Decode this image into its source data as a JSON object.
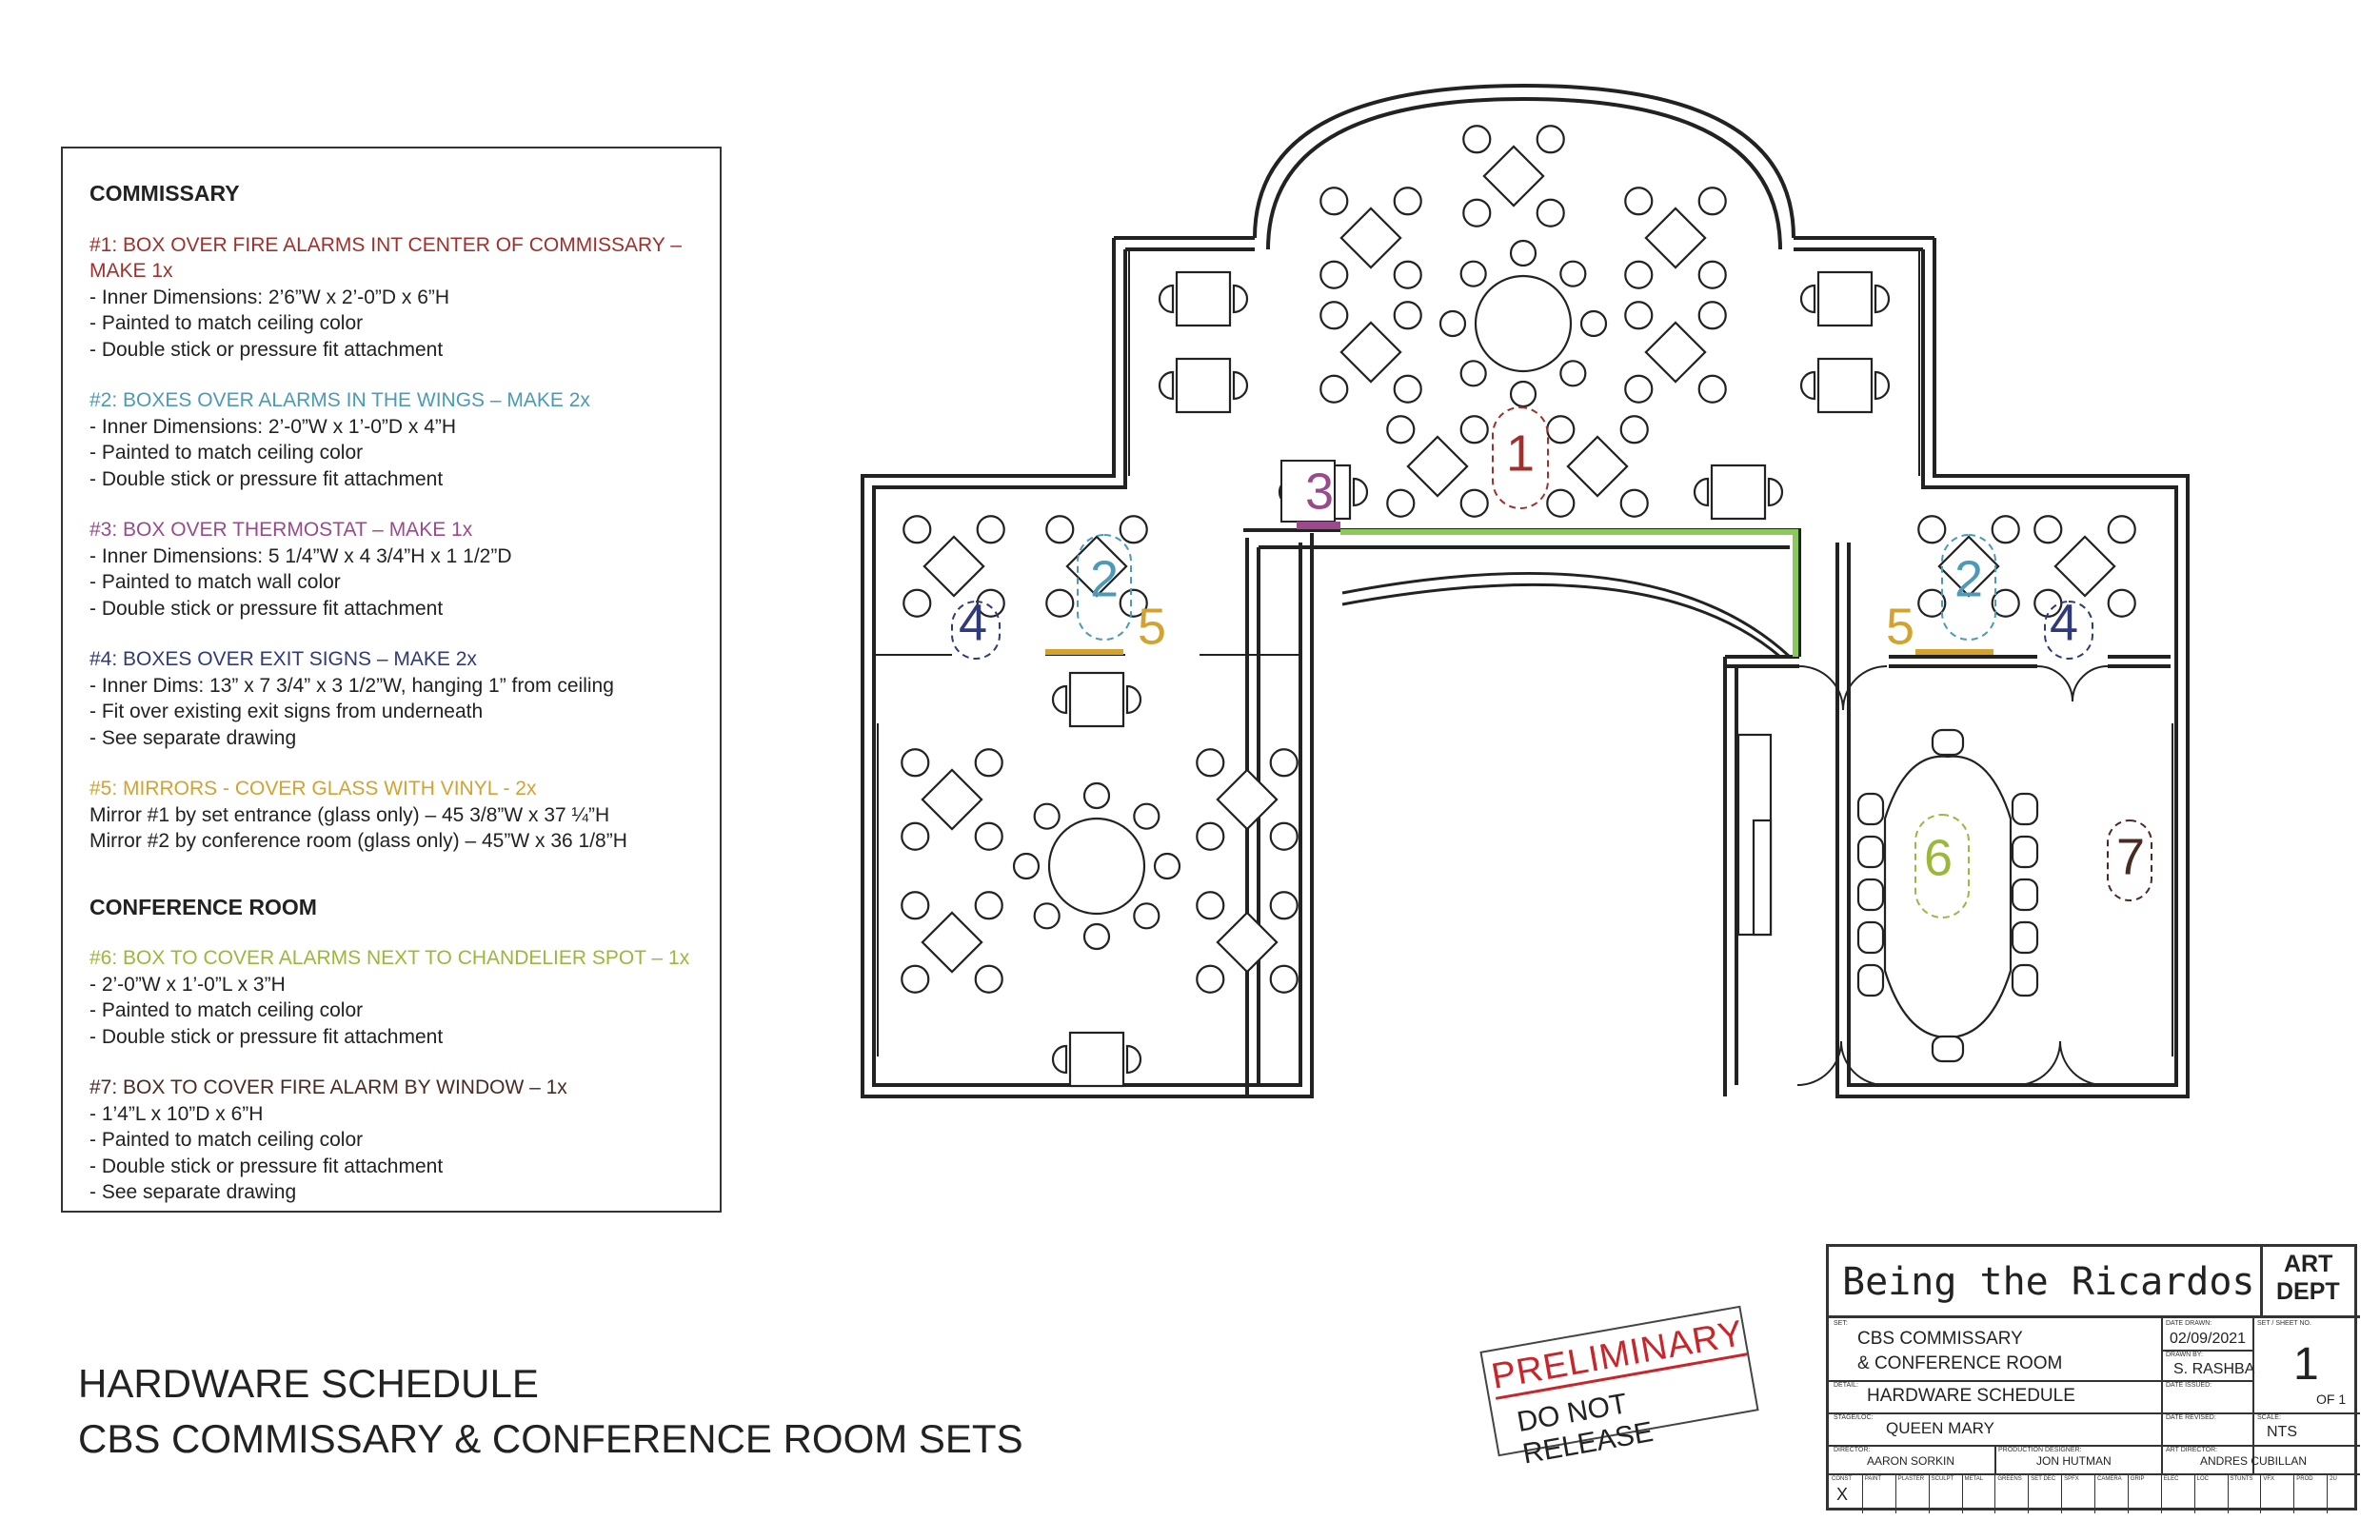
{
  "notes": {
    "commissary_title": "COMMISSARY",
    "items": [
      {
        "head": "#1: BOX OVER FIRE ALARMS INT CENTER OF COMMISSARY – MAKE 1x",
        "color": "#a0302c",
        "lines": [
          "- Inner Dimensions: 2’6”W x 2’-0”D x 6”H",
          "- Painted to match ceiling color",
          "- Double stick or pressure fit attachment"
        ]
      },
      {
        "head": "#2: BOXES OVER ALARMS IN THE WINGS – MAKE 2x",
        "color": "#4a9ab8",
        "lines": [
          "- Inner Dimensions: 2’-0”W x 1’-0”D x 4”H",
          "- Painted to match ceiling color",
          "- Double stick or pressure fit attachment"
        ]
      },
      {
        "head": "#3: BOX OVER THERMOSTAT – MAKE 1x",
        "color": "#9a4a8a",
        "lines": [
          "- Inner Dimensions: 5 1/4”W x 4 3/4”H x 1 1/2”D",
          "- Painted to match wall color",
          "- Double stick or pressure fit attachment"
        ]
      },
      {
        "head": "#4: BOXES OVER EXIT SIGNS  – MAKE 2x",
        "color": "#2e3a7a",
        "lines": [
          "- Inner Dims: 13” x 7 3/4” x 3 1/2”W, hanging 1” from ceiling",
          "- Fit over existing exit signs from underneath",
          "- See separate drawing"
        ]
      },
      {
        "head": "#5: MIRRORS - COVER GLASS WITH VINYL - 2x",
        "color": "#d4a22e",
        "lines": [
          "Mirror #1 by set entrance (glass only) – 45 3/8”W x 37 ¼”H",
          "Mirror #2 by conference room (glass only) – 45”W x 36 1/8”H"
        ]
      }
    ],
    "conference_title": "CONFERENCE ROOM",
    "items2": [
      {
        "head": "#6: BOX TO COVER ALARMS NEXT TO CHANDELIER SPOT – 1x",
        "color": "#9ab83a",
        "lines": [
          "- 2’-0”W x 1’-0”L x 3”H",
          "- Painted to match ceiling color",
          "- Double stick or pressure fit attachment"
        ]
      },
      {
        "head": "#7: BOX TO COVER FIRE ALARM BY WINDOW – 1x",
        "color": "#4a2a22",
        "lines": [
          "- 1’4”L x 10”D x 6”H",
          "- Painted to match ceiling color",
          "- Double stick or pressure fit attachment",
          "- See separate drawing"
        ]
      }
    ]
  },
  "plan_labels": {
    "n1": "1",
    "n2": "2",
    "n3": "3",
    "n4": "4",
    "n5": "5",
    "n6": "6",
    "n7": "7"
  },
  "colors": {
    "c1": "#a0302c",
    "c2": "#4a9ab8",
    "c3": "#9a4a8a",
    "c4": "#2e3a7a",
    "c5": "#d4a22e",
    "c6": "#9ab83a",
    "c7": "#4a2a22",
    "green_wall": "#8cc85a"
  },
  "footer": {
    "line1": "HARDWARE SCHEDULE",
    "line2": "CBS COMMISSARY & CONFERENCE ROOM SETS"
  },
  "stamp": {
    "top": "PRELIMINARY",
    "bottom": "DO NOT RELEASE"
  },
  "title_block": {
    "show": "Being the Ricardos",
    "dept_line1": "ART",
    "dept_line2": "DEPT",
    "set_label": "SET:",
    "set_line1": "CBS COMMISSARY",
    "set_line2": "& CONFERENCE ROOM",
    "date_drawn_label": "DATE DRAWN:",
    "date_drawn": "02/09/2021",
    "drawn_by_label": "DRAWN BY:",
    "drawn_by": "S. RASHBA",
    "sheet_label": "SET / SHEET NO.",
    "sheet_no": "1",
    "sheet_of": "OF 1",
    "detail_label": "DETAIL:",
    "detail": "HARDWARE SCHEDULE",
    "date_issued_label": "DATE ISSUED:",
    "stage_label": "STAGE/LOC:",
    "stage": "QUEEN MARY",
    "date_revised_label": "DATE REVISED:",
    "scale_label": "SCALE:",
    "scale": "NTS",
    "director_label": "DIRECTOR:",
    "director": "AARON SORKIN",
    "pd_label": "PRODUCTION DESIGNER:",
    "pd": "JON HUTMAN",
    "ad_label": "ART DIRECTOR:",
    "ad": "ANDRES CUBILLAN",
    "depts": [
      "CONST",
      "PAINT",
      "PLASTER",
      "SCULPT",
      "METAL",
      "GREENS",
      "SET DEC",
      "SPFX",
      "CAMERA",
      "GRIP",
      "ELEC",
      "LOC",
      "STUNTS",
      "VFX",
      "PROD",
      "2U"
    ],
    "const_mark": "X"
  }
}
